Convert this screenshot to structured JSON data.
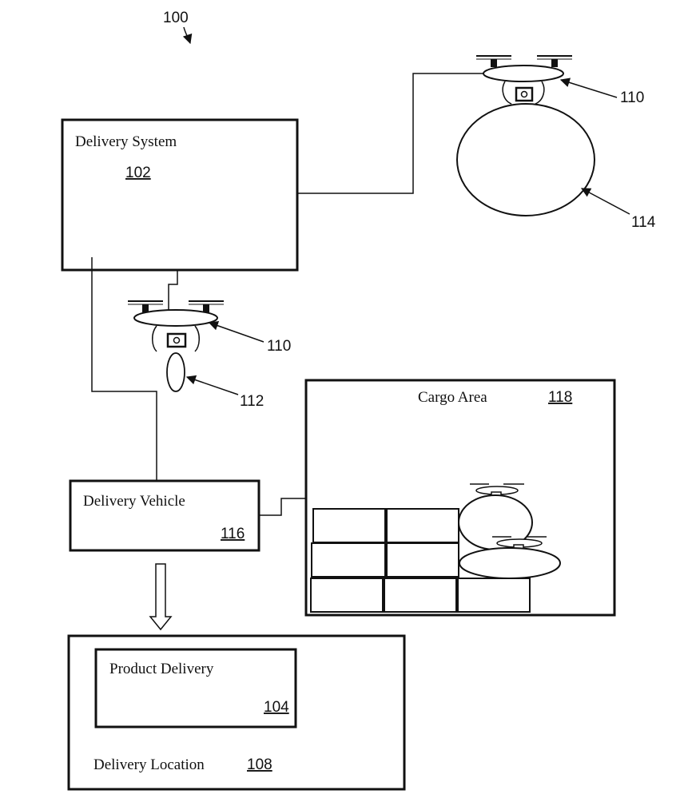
{
  "figure": {
    "ref": "100"
  },
  "delivery_system": {
    "label": "Delivery System",
    "ref": "102"
  },
  "product_delivery": {
    "label": "Product Delivery",
    "ref": "104"
  },
  "delivery_location": {
    "label": "Delivery Location",
    "ref": "108"
  },
  "uav_top": {
    "ref": "110"
  },
  "uav_middle": {
    "ref": "110"
  },
  "package_small": {
    "ref": "112"
  },
  "package_large": {
    "ref": "114"
  },
  "delivery_vehicle": {
    "label": "Delivery Vehicle",
    "ref": "116"
  },
  "cargo_area": {
    "label": "Cargo Area",
    "ref": "118"
  },
  "icons": [
    "drone-icon",
    "package-icon",
    "arrow-down-icon",
    "cargo-box-icon"
  ]
}
